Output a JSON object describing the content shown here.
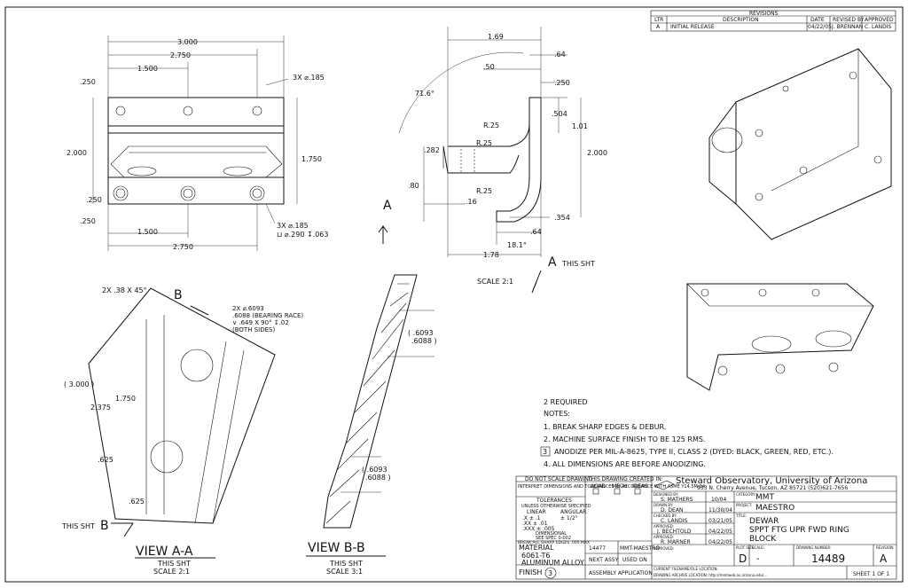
{
  "revisions": {
    "title": "REVISIONS",
    "headers": [
      "LTR",
      "DESCRIPTION",
      "DATE",
      "REVISED BY",
      "APPROVED"
    ],
    "row": [
      "A",
      "INITIAL RELEASE",
      "04/22/05",
      "J. BRENNAN",
      "C. LANDIS"
    ]
  },
  "top_view": {
    "dims": {
      "width": "3.000",
      "w2": "2.750",
      "w3": "1.500",
      "left": ".250",
      "height": "2.000",
      "h2": "1.750",
      "b1": ".250",
      "b2": ".250",
      "b3": "1.500",
      "b4": "2.750"
    },
    "callout1": "3X ⌀.185",
    "callout2a": "3X ⌀.185",
    "callout2b": "⊔ ⌀.290 ↧.063"
  },
  "side_view": {
    "dims": {
      "d169": "1.69",
      "d64a": ".64",
      "d50": ".50",
      "d250": ".250",
      "d504": ".504",
      "d101": "1.01",
      "d2000": "2.000",
      "r25a": "R.25",
      "r25b": "R.25",
      "d282": ".282",
      "d80": ".80",
      "r25c": "R.25",
      "d16": ".16",
      "d354": ".354",
      "d64b": ".64",
      "a181": "18.1°",
      "d178": "1.78",
      "a716": "71.6°"
    },
    "section_a": "A",
    "section_a_note": "THIS SHT",
    "scale": "SCALE 2:1"
  },
  "view_aa": {
    "callout_cham": "2X .38 X 45°",
    "callout_bear1": "2X ⌀.6093",
    "callout_bear2": ".6088 (BEARING RACE)",
    "callout_bear3": "∨ .649 X 90° ↧.02",
    "callout_bear4": "(BOTH SIDES)",
    "b_label": "B",
    "dims": {
      "d3000": "( 3.000 )",
      "d2375": "2.375",
      "d1750": "1.750",
      "d625a": ".625",
      "d625b": ".625"
    },
    "this_sht": "THIS SHT",
    "b_bottom": "B",
    "title": "VIEW A-A",
    "sub1": "THIS SHT",
    "sub2": "SCALE 2:1"
  },
  "view_bb": {
    "dim1a": "( .6093",
    "dim1b": ".6088 )",
    "dim2a": "( .6093",
    "dim2b": ".6088 )",
    "title": "VIEW B-B",
    "sub1": "THIS SHT",
    "sub2": "SCALE 3:1"
  },
  "notes": {
    "required": "2 REQUIRED",
    "header": "NOTES:",
    "items": [
      "1.  BREAK SHARP EDGES & DEBUR.",
      "2.  MACHINE SURFACE FINISH TO BE 125 RMS.",
      "ANODIZE PER MIL-A-8625, TYPE II, CLASS 2 (DYED: BLACK, GREEN, RED, ETC.).",
      "4.  ALL DIMENSIONS ARE BEFORE ANODIZING."
    ],
    "item3_num": "3"
  },
  "title_block": {
    "no_scale": "DO NOT SCALE DRAWING",
    "this_drawing": "THIS DRAWING CREATED IN:",
    "cad_opts": [
      "ACAD",
      "MECH",
      "IDEAS"
    ],
    "interpret": "INTERPRET DIMENSIONS AND TOLERANCES IN ACCORDANCE WITH ASME Y14.5M-94",
    "tolerances": "TOLERANCES",
    "unless": "UNLESS OTHERWISE SPECIFIED",
    "linear": "LINEAR",
    "angular": "ANGULAR",
    "tol1": ".X   ± .1",
    "tol2": ".XX  ± .01",
    "tol3": ".XXX ± .005",
    "tol_ang": "± 1/2°",
    "dimensional": "DIMENSIONAL",
    "spec": "SEE SPEC 0-002",
    "break": "BREAK ALL SHARP EDGES .005 MAX",
    "material_lbl": "MATERIAL",
    "material1": "6061-T6",
    "material2": "ALUMINUM ALLOY",
    "finish_lbl": "FINISH",
    "finish_val": "3",
    "next_assy_num": "14477",
    "next_assy_name": "MMT-MAESTRO",
    "next_assy": "NEXT ASSY",
    "used_on": "USED ON",
    "assembly": "ASSEMBLY APPLICATION",
    "designed_by_lbl": "DESIGNED BY:",
    "designed_by": "S. MATHERS",
    "designed_date": "10/04",
    "drawn_lbl": "DRAWN BY:",
    "drawn_by": "D. DEAN",
    "drawn_date": "11/30/04",
    "checked_lbl": "CHECKED BY:",
    "checked_by": "C. LANDIS",
    "checked_date": "03/21/05",
    "approved1_lbl": "APPROVED:",
    "approved1": "J. BECHTOLD",
    "approved1_date": "04/22/05",
    "approved2_lbl": "APPROVED:",
    "approved2": "R. MARNER",
    "approved2_date": "04/22/05",
    "approved3_lbl": "APPROVED:",
    "org": "Steward Observatory, University of Arizona",
    "address": "933 N. Cherry Avenue, Tucson, AZ 85721   (520)621-7656",
    "category_lbl": "CATEGORY:",
    "category": "MMT",
    "project_lbl": "PROJECT:",
    "project": "MAESTRO",
    "title_lbl": "TITLE:",
    "title1": "DEWAR",
    "title2": "SPPT FTG UPR FWD RING",
    "title3": "BLOCK",
    "size_lbl": "PLOT SIZE",
    "size": "D",
    "scale_lbl": "SCALE:",
    "scale": "-",
    "dwg_lbl": "DRAWING NUMBER:",
    "dwg": "14489",
    "rev_lbl": "REVISION:",
    "rev": "A",
    "sheet": "SHEET 1 OF 1",
    "current": "CURRENT FILENAME/FILE LOCATION:",
    "archive": "DRAWING ARCHIVE LOCATION: http://mmtweb.as.arizona.edu/..."
  }
}
